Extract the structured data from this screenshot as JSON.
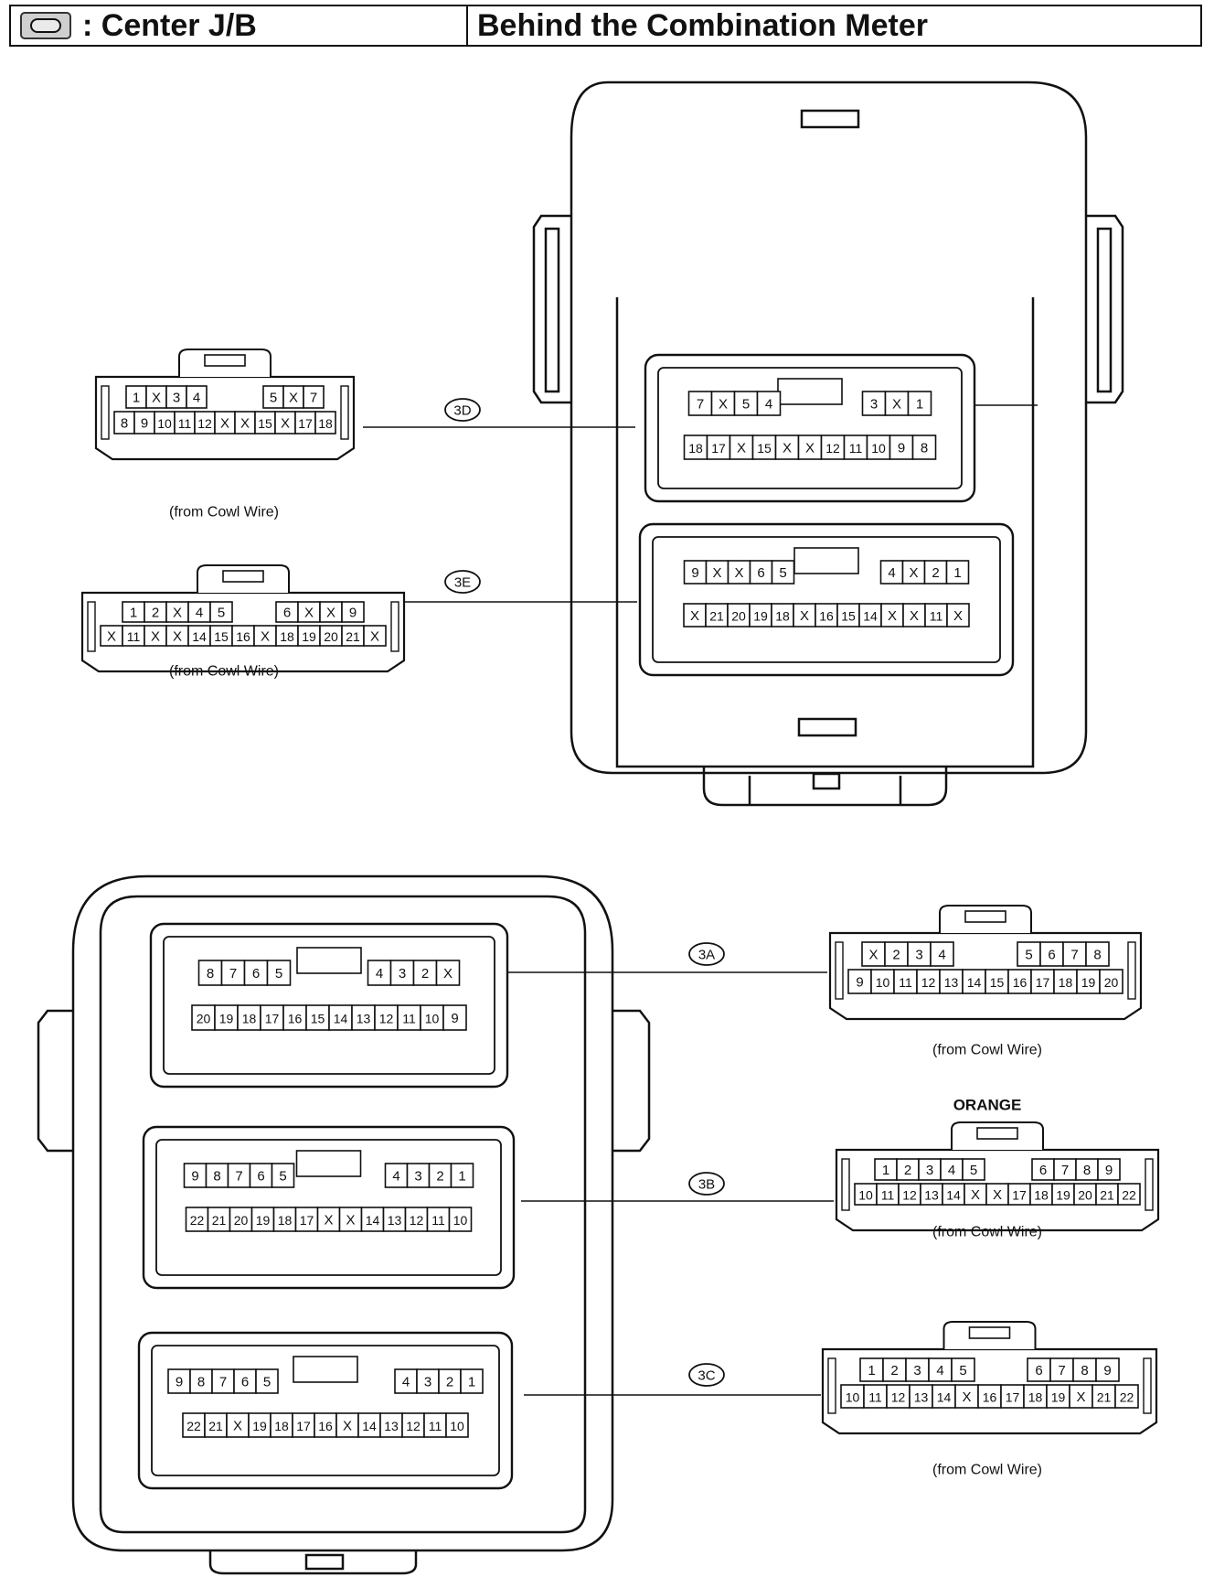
{
  "header": {
    "left_title": ": Center J/B",
    "right_title": "Behind the Combination Meter"
  },
  "connectors": [
    {
      "id": "3D",
      "badge": "3D",
      "note": "(from Cowl Wire)",
      "jb_rows": [
        [
          "7",
          "X",
          "5",
          "4",
          "3",
          "X",
          "1"
        ],
        [
          "18",
          "17",
          "X",
          "15",
          "X",
          "X",
          "12",
          "11",
          "10",
          "9",
          "8"
        ]
      ],
      "plug_rows": [
        [
          "1",
          "X",
          "3",
          "4",
          "5",
          "X",
          "7"
        ],
        [
          "8",
          "9",
          "10",
          "11",
          "12",
          "X",
          "X",
          "15",
          "X",
          "17",
          "18"
        ]
      ]
    },
    {
      "id": "3E",
      "badge": "3E",
      "note": "(from Cowl Wire)",
      "jb_rows": [
        [
          "9",
          "X",
          "X",
          "6",
          "5",
          "4",
          "X",
          "2",
          "1"
        ],
        [
          "X",
          "21",
          "20",
          "19",
          "18",
          "X",
          "16",
          "15",
          "14",
          "X",
          "X",
          "11",
          "X"
        ]
      ],
      "plug_rows": [
        [
          "1",
          "2",
          "X",
          "4",
          "5",
          "6",
          "X",
          "X",
          "9"
        ],
        [
          "X",
          "11",
          "X",
          "X",
          "14",
          "15",
          "16",
          "X",
          "18",
          "19",
          "20",
          "21",
          "X"
        ]
      ]
    },
    {
      "id": "3A",
      "badge": "3A",
      "note": "(from Cowl Wire)",
      "jb_rows": [
        [
          "8",
          "7",
          "6",
          "5",
          "4",
          "3",
          "2",
          "X"
        ],
        [
          "20",
          "19",
          "18",
          "17",
          "16",
          "15",
          "14",
          "13",
          "12",
          "11",
          "10",
          "9"
        ]
      ],
      "plug_rows": [
        [
          "X",
          "2",
          "3",
          "4",
          "5",
          "6",
          "7",
          "8"
        ],
        [
          "9",
          "10",
          "11",
          "12",
          "13",
          "14",
          "15",
          "16",
          "17",
          "18",
          "19",
          "20"
        ]
      ]
    },
    {
      "id": "3B",
      "badge": "3B",
      "color_label": "ORANGE",
      "note": "(from Cowl Wire)",
      "jb_rows": [
        [
          "9",
          "8",
          "7",
          "6",
          "5",
          "4",
          "3",
          "2",
          "1"
        ],
        [
          "22",
          "21",
          "20",
          "19",
          "18",
          "17",
          "X",
          "X",
          "14",
          "13",
          "12",
          "11",
          "10"
        ]
      ],
      "plug_rows": [
        [
          "1",
          "2",
          "3",
          "4",
          "5",
          "6",
          "7",
          "8",
          "9"
        ],
        [
          "10",
          "11",
          "12",
          "13",
          "14",
          "X",
          "X",
          "17",
          "18",
          "19",
          "20",
          "21",
          "22"
        ]
      ]
    },
    {
      "id": "3C",
      "badge": "3C",
      "note": "(from Cowl Wire)",
      "jb_rows": [
        [
          "9",
          "8",
          "7",
          "6",
          "5",
          "4",
          "3",
          "2",
          "1"
        ],
        [
          "22",
          "21",
          "X",
          "19",
          "18",
          "17",
          "16",
          "X",
          "14",
          "13",
          "12",
          "11",
          "10"
        ]
      ],
      "plug_rows": [
        [
          "1",
          "2",
          "3",
          "4",
          "5",
          "6",
          "7",
          "8",
          "9"
        ],
        [
          "10",
          "11",
          "12",
          "13",
          "14",
          "X",
          "16",
          "17",
          "18",
          "19",
          "X",
          "21",
          "22"
        ]
      ]
    }
  ]
}
